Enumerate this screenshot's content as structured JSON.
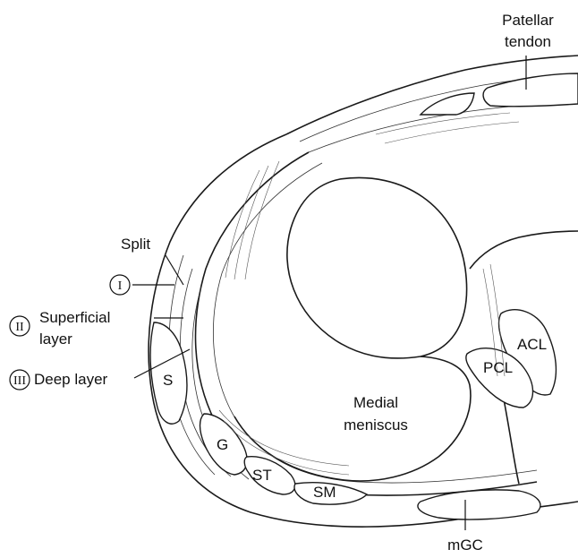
{
  "labels": {
    "patellar_tendon_1": "Patellar",
    "patellar_tendon_2": "tendon",
    "split": "Split",
    "layer_1_numeral": "I",
    "layer_2_numeral": "II",
    "layer_3_numeral": "III",
    "superficial_1": "Superficial",
    "superficial_2": "layer",
    "deep_layer": "Deep layer",
    "medial_meniscus_1": "Medial",
    "medial_meniscus_2": "meniscus",
    "acl": "ACL",
    "pcl": "PCL",
    "s": "S",
    "g": "G",
    "st": "ST",
    "sm": "SM",
    "mgc": "mGC"
  },
  "colors": {
    "ink": "#1a1a1a",
    "background": "#ffffff"
  }
}
